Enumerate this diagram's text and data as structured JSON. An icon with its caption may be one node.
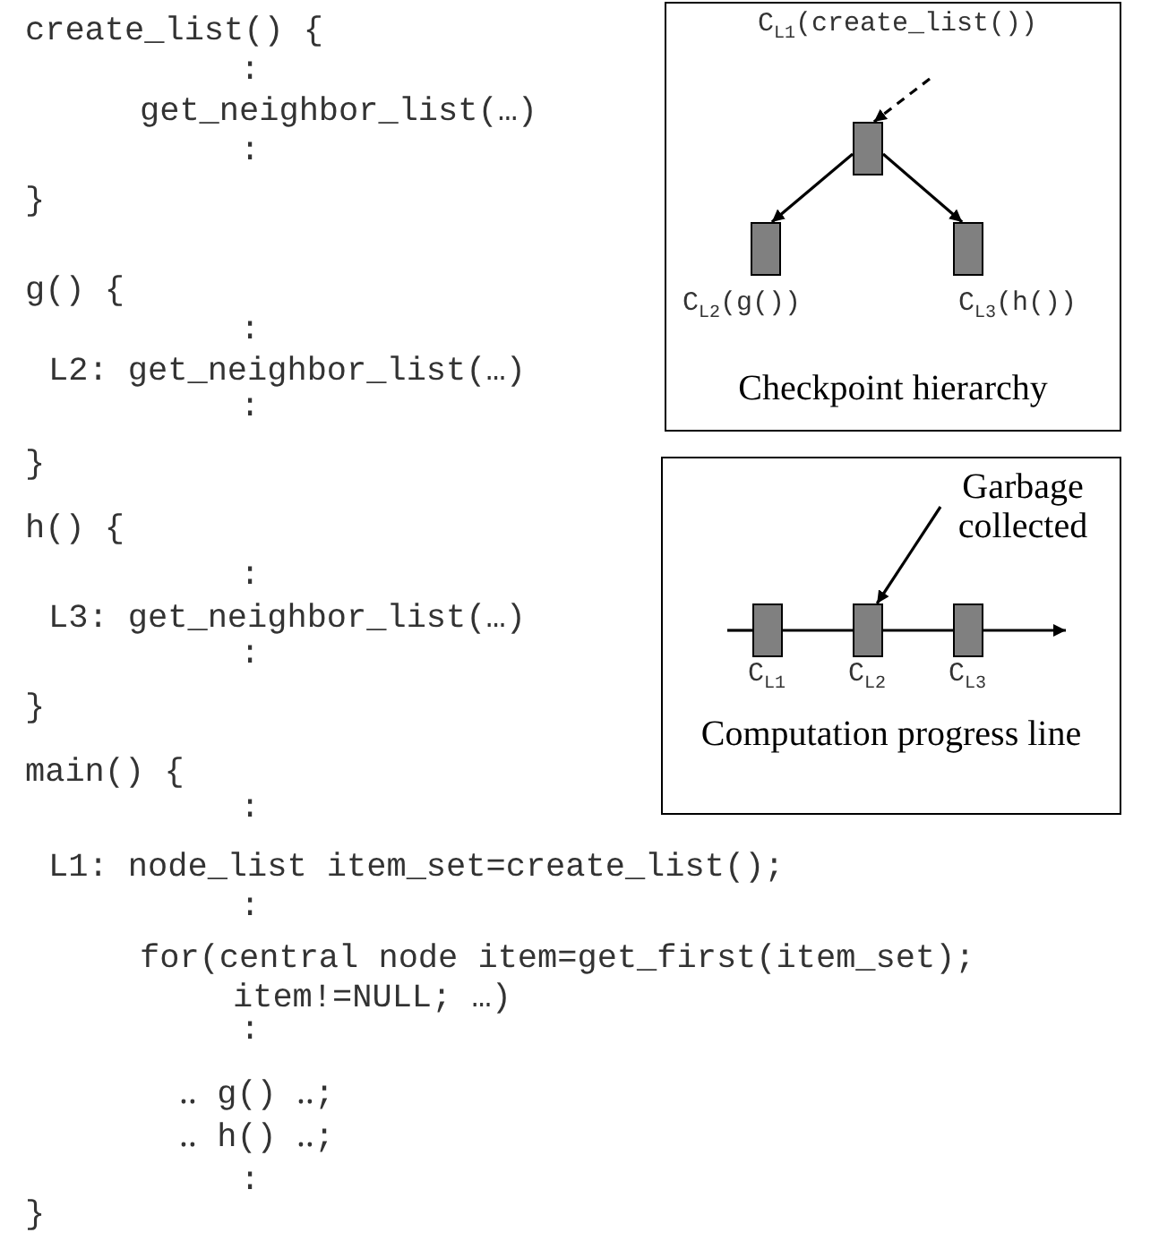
{
  "diagram": {
    "nodes": [
      {
        "text": [
          "Checkpoint hierarchy"
        ]
      },
      {
        "text": [],
        "shape": "box",
        "beside": [
          "C$_{L1}$(create_list())"
        ],
        "in": 0
      },
      {
        "text": [],
        "shape": "box",
        "beside": [
          "C$_{L2}$(g())"
        ],
        "in": 0
      },
      {
        "text": [],
        "shape": "box",
        "beside": [
          "C$_{L3}$(h())"
        ],
        "in": 0
      },
      {
        "text": [
          "Computation progress line"
        ]
      },
      {
        "text": [],
        "shape": "box",
        "beside": [
          "C$_{L1}$"
        ],
        "in": 4
      },
      {
        "text": [],
        "shape": "box",
        "beside": [
          "C$_{L2}$"
        ],
        "in": 4
      },
      {
        "text": [],
        "shape": "box",
        "beside": [
          "C$_{L3}$"
        ],
        "in": 4
      },
      {
        "text": [
          "Garbage collected"
        ],
        "in": 4
      }
    ],
    "edges": [
      {
        "from": null,
        "to": 1,
        "arrow": "to",
        "style": "dashed"
      },
      {
        "from": 1,
        "to": 2,
        "arrow": "to"
      },
      {
        "from": 1,
        "to": 3,
        "arrow": "to"
      },
      {
        "from": null,
        "to": 5,
        "arrow": "none"
      },
      {
        "from": 5,
        "to": 6,
        "arrow": "none"
      },
      {
        "from": 6,
        "to": 7,
        "arrow": "none"
      },
      {
        "from": 7,
        "to": null,
        "arrow": "to"
      },
      {
        "from": 8,
        "to": 6,
        "arrow": "to"
      }
    ],
    "labels": [
      "create_list() {",
      ":",
      "get_neighbor_list(…)",
      ":",
      "}",
      "g() {",
      ":",
      "L2: get_neighbor_list(…)",
      ":",
      "}",
      "h() {",
      ":",
      "L3: get_neighbor_list(…)",
      ":",
      "}",
      "main() {",
      ":",
      "L1: node_list item_set=create_list();",
      ":",
      "for(central node item=get_first(item_set);",
      "item!=NULL; …)",
      ":",
      "‥ g() ‥;",
      "‥ h() ‥;",
      ":",
      "}"
    ]
  }
}
